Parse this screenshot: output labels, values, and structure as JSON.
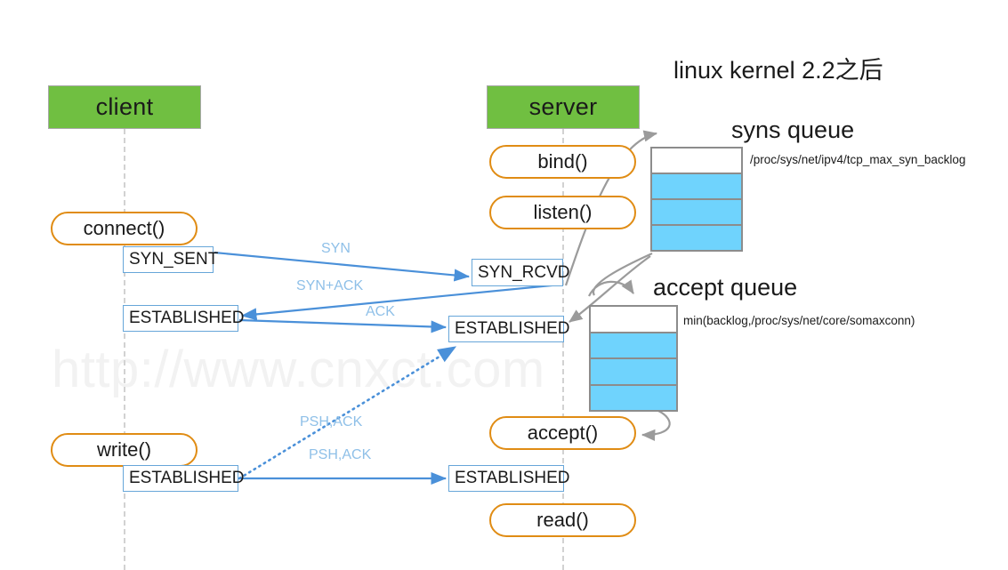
{
  "diagram": {
    "title": "TCP three-way handshake with syns queue and accept queue",
    "watermark": "http://www.cnxct.com",
    "kernel_note": "linux  kernel 2.2之后",
    "colors": {
      "actor_green": "#70bf41",
      "pill_orange": "#e08c14",
      "state_blue": "#67a6d9",
      "arrow_blue": "#4a90d9",
      "label_blue": "#8fc0e8",
      "queue_fill": "#6fd3fd",
      "queue_border": "#8c8c8c",
      "lifeline_grey": "#d2d2d2",
      "curve_grey": "#9b9b9b"
    }
  },
  "actors": [
    {
      "id": "client",
      "label": "client"
    },
    {
      "id": "server",
      "label": "server"
    }
  ],
  "client_side": {
    "calls": [
      {
        "id": "connect",
        "label": "connect()"
      },
      {
        "id": "write",
        "label": "write()"
      }
    ],
    "states": [
      {
        "id": "client-syn-sent",
        "label": "SYN_SENT"
      },
      {
        "id": "client-established-1",
        "label": "ESTABLISHED"
      },
      {
        "id": "client-established-2",
        "label": "ESTABLISHED"
      }
    ]
  },
  "server_side": {
    "calls": [
      {
        "id": "bind",
        "label": "bind()"
      },
      {
        "id": "listen",
        "label": "listen()"
      },
      {
        "id": "accept",
        "label": "accept()"
      },
      {
        "id": "read",
        "label": "read()"
      }
    ],
    "states": [
      {
        "id": "server-syn-rcvd",
        "label": "SYN_RCVD"
      },
      {
        "id": "server-established-1",
        "label": "ESTABLISHED"
      },
      {
        "id": "server-established-2",
        "label": "ESTABLISHED"
      }
    ]
  },
  "messages": [
    {
      "id": "syn",
      "label": "SYN",
      "direction": "client-to-server"
    },
    {
      "id": "syn-ack",
      "label": "SYN+ACK",
      "direction": "server-to-client"
    },
    {
      "id": "ack",
      "label": "ACK",
      "direction": "client-to-server"
    },
    {
      "id": "psh-ack-dotted",
      "label": "PSH,ACK",
      "direction": "client-to-server"
    },
    {
      "id": "psh-ack-solid",
      "label": "PSH,ACK",
      "direction": "client-to-server"
    }
  ],
  "queues": [
    {
      "id": "syns-queue",
      "title": "syns queue",
      "sub": "/proc/sys/net/ipv4/tcp_max_syn_backlog",
      "cells": [
        "empty",
        "filled",
        "filled",
        "filled"
      ]
    },
    {
      "id": "accept-queue",
      "title": "accept queue",
      "sub": "min(backlog,/proc/sys/net/core/somaxconn)",
      "cells": [
        "empty",
        "filled",
        "filled",
        "filled"
      ]
    }
  ]
}
